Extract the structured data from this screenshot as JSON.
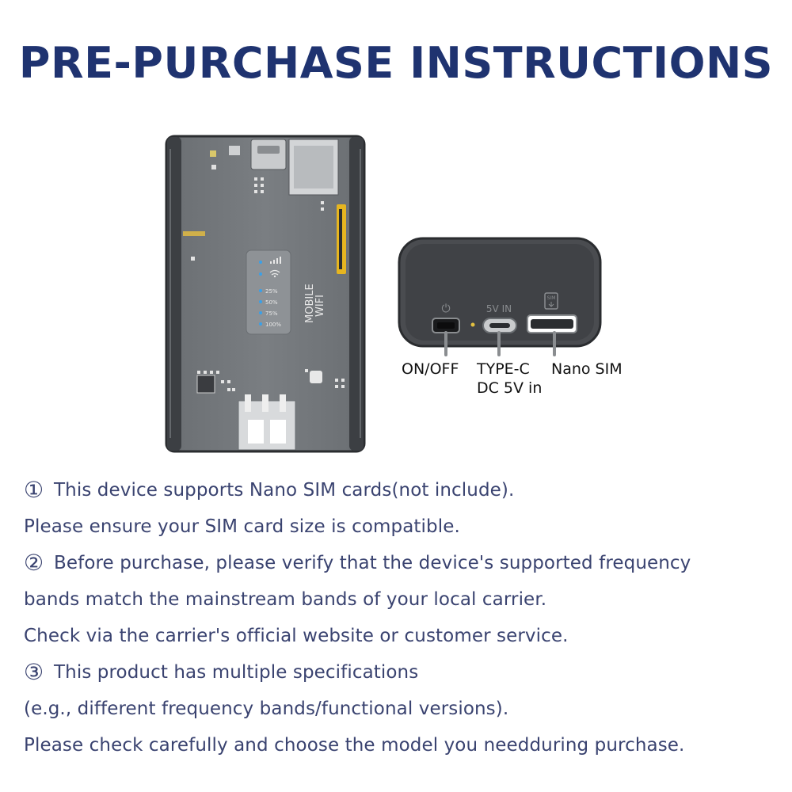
{
  "title": "PRE-PURCHASE INSTRUCTIONS",
  "device": {
    "brand_line1": "MOBILE",
    "brand_line2": "WIFI",
    "battery_levels": [
      "25%",
      "50%",
      "75%",
      "100%"
    ]
  },
  "ports": {
    "power_marking": "⏻",
    "typec_marking": "5V IN",
    "sim_marking": "SIM",
    "labels": {
      "onoff": "ON/OFF",
      "typec_line1": "TYPE-C",
      "typec_line2": "DC 5V in",
      "nanosim": "Nano SIM"
    }
  },
  "instructions": [
    {
      "number": "①",
      "text": "This device supports Nano SIM cards(not include)."
    },
    {
      "number": "",
      "text": "Please ensure your SIM card size is compatible."
    },
    {
      "number": "②",
      "text": "Before purchase, please verify that the device's supported frequency"
    },
    {
      "number": "",
      "text": "bands match the mainstream bands of your local carrier."
    },
    {
      "number": "",
      "text": "Check via the carrier's official website or customer service."
    },
    {
      "number": "③",
      "text": "This product has multiple specifications"
    },
    {
      "number": "",
      "text": "(e.g., different frequency bands/functional versions)."
    },
    {
      "number": "",
      "text": "Please check carefully and choose the model you needduring purchase."
    }
  ],
  "colors": {
    "title": "#1f3370",
    "body_text": "#3a4370",
    "device_shell": "#6a6e72",
    "device_dark": "#2b2d30",
    "accent_yellow": "#e6b520"
  }
}
